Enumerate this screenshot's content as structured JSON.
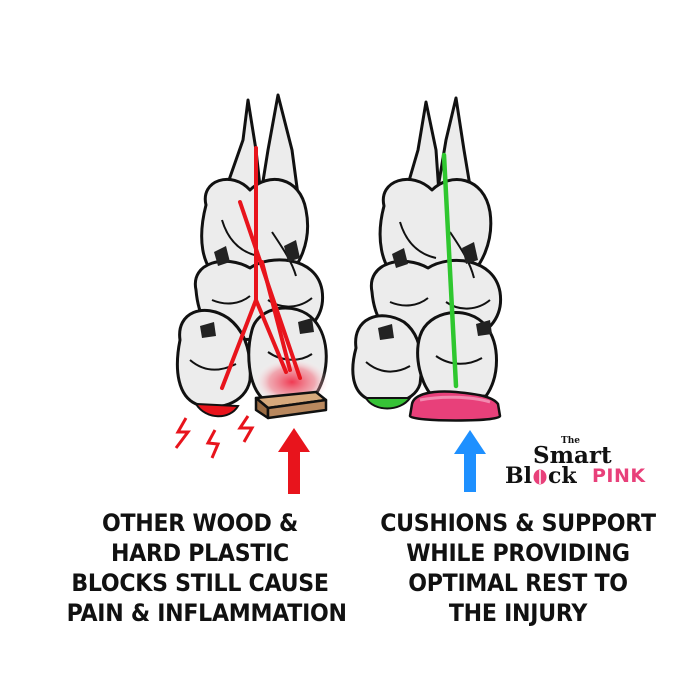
{
  "left_panel": {
    "caption_lines": [
      "OTHER WOOD &",
      "HARD PLASTIC",
      "BLOCKS STILL CAUSE",
      "PAIN & INFLAMMATION"
    ],
    "alignment_line_color": "#e8141c",
    "block_color": "#b9885e",
    "lightning_color": "#e8141c",
    "arrow_color": "#e8141c",
    "inflammation_color": "#f04050",
    "claw_color": "#e8141c"
  },
  "right_panel": {
    "caption_lines": [
      "CUSHIONS & SUPPORT",
      "WHILE PROVIDING",
      "OPTIMAL REST TO",
      "THE INJURY"
    ],
    "alignment_line_color": "#2fc72f",
    "block_color": "#e8407a",
    "arrow_color": "#1e90ff",
    "claw_color": "#36c236"
  },
  "brand": {
    "the": "The",
    "smart": "Smart",
    "block": "Bl",
    "block_rest": "ck",
    "pink": "PINK",
    "logo_color": "#e8407a"
  }
}
